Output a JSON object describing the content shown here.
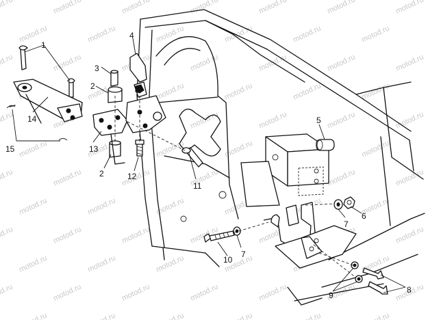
{
  "watermark": "motod.ru",
  "callouts": [
    "1",
    "2",
    "3",
    "4",
    "5",
    "6",
    "7",
    "8",
    "9",
    "10",
    "11",
    "12",
    "13",
    "14",
    "15"
  ],
  "labels": {
    "n1": "1",
    "n2a": "2",
    "n2b": "2",
    "n3": "3",
    "n4": "4",
    "n5": "5",
    "n6": "6",
    "n7a": "7",
    "n7b": "7",
    "n8": "8",
    "n9": "9",
    "n10": "10",
    "n11": "11",
    "n12": "12",
    "n13": "13",
    "n14": "14",
    "n15": "15"
  }
}
